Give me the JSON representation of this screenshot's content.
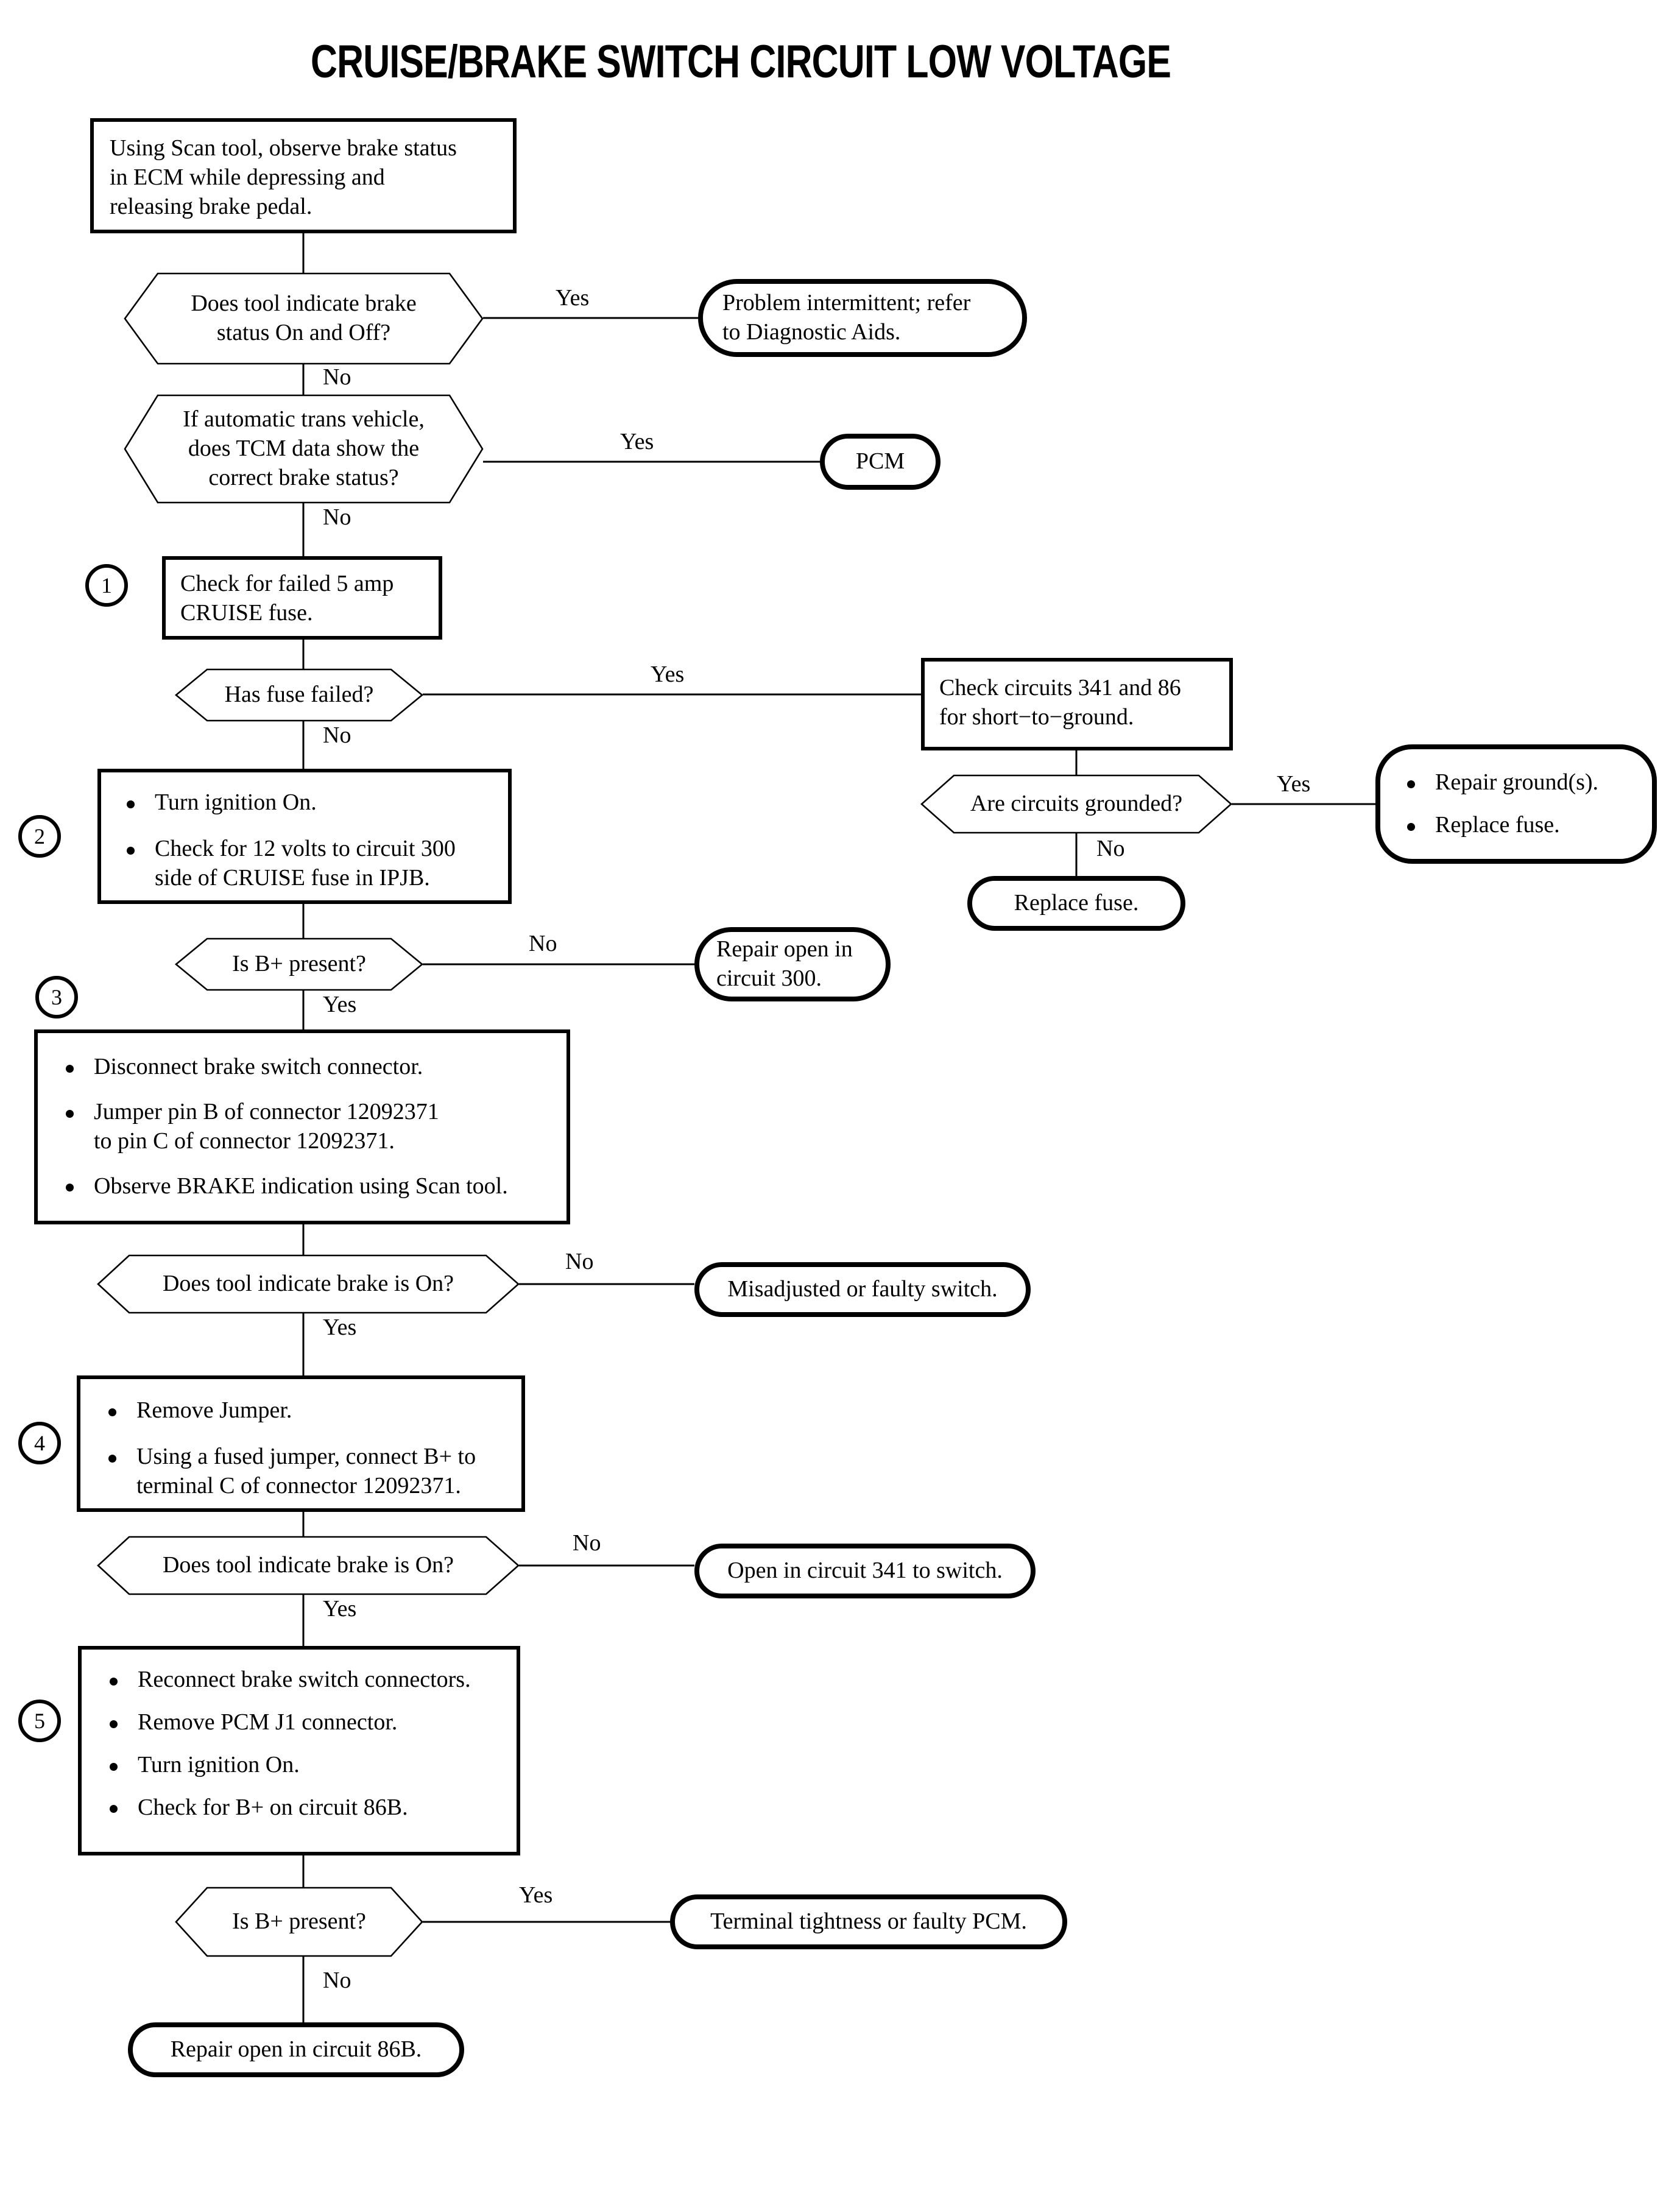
{
  "title": "CRUISE/BRAKE SWITCH CIRCUIT LOW VOLTAGE",
  "labels": {
    "yes": "Yes",
    "no": "No"
  },
  "steps": {
    "one": "1",
    "two": "2",
    "three": "3",
    "four": "4",
    "five": "5"
  },
  "nodes": {
    "start": {
      "type": "process",
      "lines": [
        "Using Scan tool, observe brake status",
        "in ECM while depressing and",
        "releasing brake pedal."
      ]
    },
    "d1": {
      "type": "decision",
      "lines": [
        "Does tool indicate brake",
        "status On and Off?"
      ],
      "yes": "Yes",
      "no": "No"
    },
    "t_intermittent": {
      "type": "terminator",
      "lines": [
        "Problem intermittent; refer",
        "to Diagnostic Aids."
      ]
    },
    "d2": {
      "type": "decision",
      "lines": [
        "If automatic trans vehicle,",
        "does TCM data show the",
        "correct brake status?"
      ],
      "yes": "Yes",
      "no": "No"
    },
    "t_pcm": {
      "type": "terminator",
      "lines": [
        "PCM"
      ]
    },
    "p1": {
      "type": "process",
      "step": "1",
      "lines": [
        "Check for failed 5 amp",
        "CRUISE fuse."
      ]
    },
    "d3": {
      "type": "decision",
      "lines": [
        "Has fuse failed?"
      ],
      "yes": "Yes",
      "no": "No"
    },
    "p_check341": {
      "type": "process",
      "lines": [
        "Check circuits 341 and 86",
        "for short−to−ground."
      ]
    },
    "d_grounded": {
      "type": "decision",
      "lines": [
        "Are circuits grounded?"
      ],
      "yes": "Yes",
      "no": "No"
    },
    "t_repair_ground": {
      "type": "terminator",
      "bullets": [
        "Repair ground(s).",
        "Replace fuse."
      ]
    },
    "t_replace_fuse": {
      "type": "terminator",
      "lines": [
        "Replace fuse."
      ]
    },
    "p2": {
      "type": "process",
      "step": "2",
      "bullets": [
        [
          "Turn ignition On."
        ],
        [
          "Check for 12 volts to circuit 300",
          "side of CRUISE fuse in IPJB."
        ]
      ]
    },
    "d4": {
      "type": "decision",
      "lines": [
        "Is B+ present?"
      ],
      "yes": "Yes",
      "no": "No"
    },
    "t_open300": {
      "type": "terminator",
      "lines": [
        "Repair open in",
        "circuit 300."
      ]
    },
    "p3": {
      "type": "process",
      "step": "3",
      "bullets": [
        [
          "Disconnect brake switch connector."
        ],
        [
          "Jumper pin B of connector 12092371",
          "to pin C of connector 12092371."
        ],
        [
          "Observe BRAKE indication using Scan tool."
        ]
      ]
    },
    "d5": {
      "type": "decision",
      "lines": [
        "Does tool indicate brake is On?"
      ],
      "yes": "Yes",
      "no": "No"
    },
    "t_misadjusted": {
      "type": "terminator",
      "lines": [
        "Misadjusted or faulty switch."
      ]
    },
    "p4": {
      "type": "process",
      "step": "4",
      "bullets": [
        [
          "Remove Jumper."
        ],
        [
          "Using a fused jumper, connect B+ to",
          "terminal C of connector 12092371."
        ]
      ]
    },
    "d6": {
      "type": "decision",
      "lines": [
        "Does tool indicate brake is On?"
      ],
      "yes": "Yes",
      "no": "No"
    },
    "t_open341": {
      "type": "terminator",
      "lines": [
        "Open in circuit 341 to switch."
      ]
    },
    "p5": {
      "type": "process",
      "step": "5",
      "bullets": [
        [
          "Reconnect brake switch connectors."
        ],
        [
          "Remove PCM J1 connector."
        ],
        [
          "Turn ignition On."
        ],
        [
          "Check for B+ on circuit 86B."
        ]
      ]
    },
    "d7": {
      "type": "decision",
      "lines": [
        "Is B+ present?"
      ],
      "yes": "Yes",
      "no": "No"
    },
    "t_terminal": {
      "type": "terminator",
      "lines": [
        "Terminal tightness or faulty PCM."
      ]
    },
    "t_open86b": {
      "type": "terminator",
      "lines": [
        "Repair open in circuit 86B."
      ]
    }
  }
}
